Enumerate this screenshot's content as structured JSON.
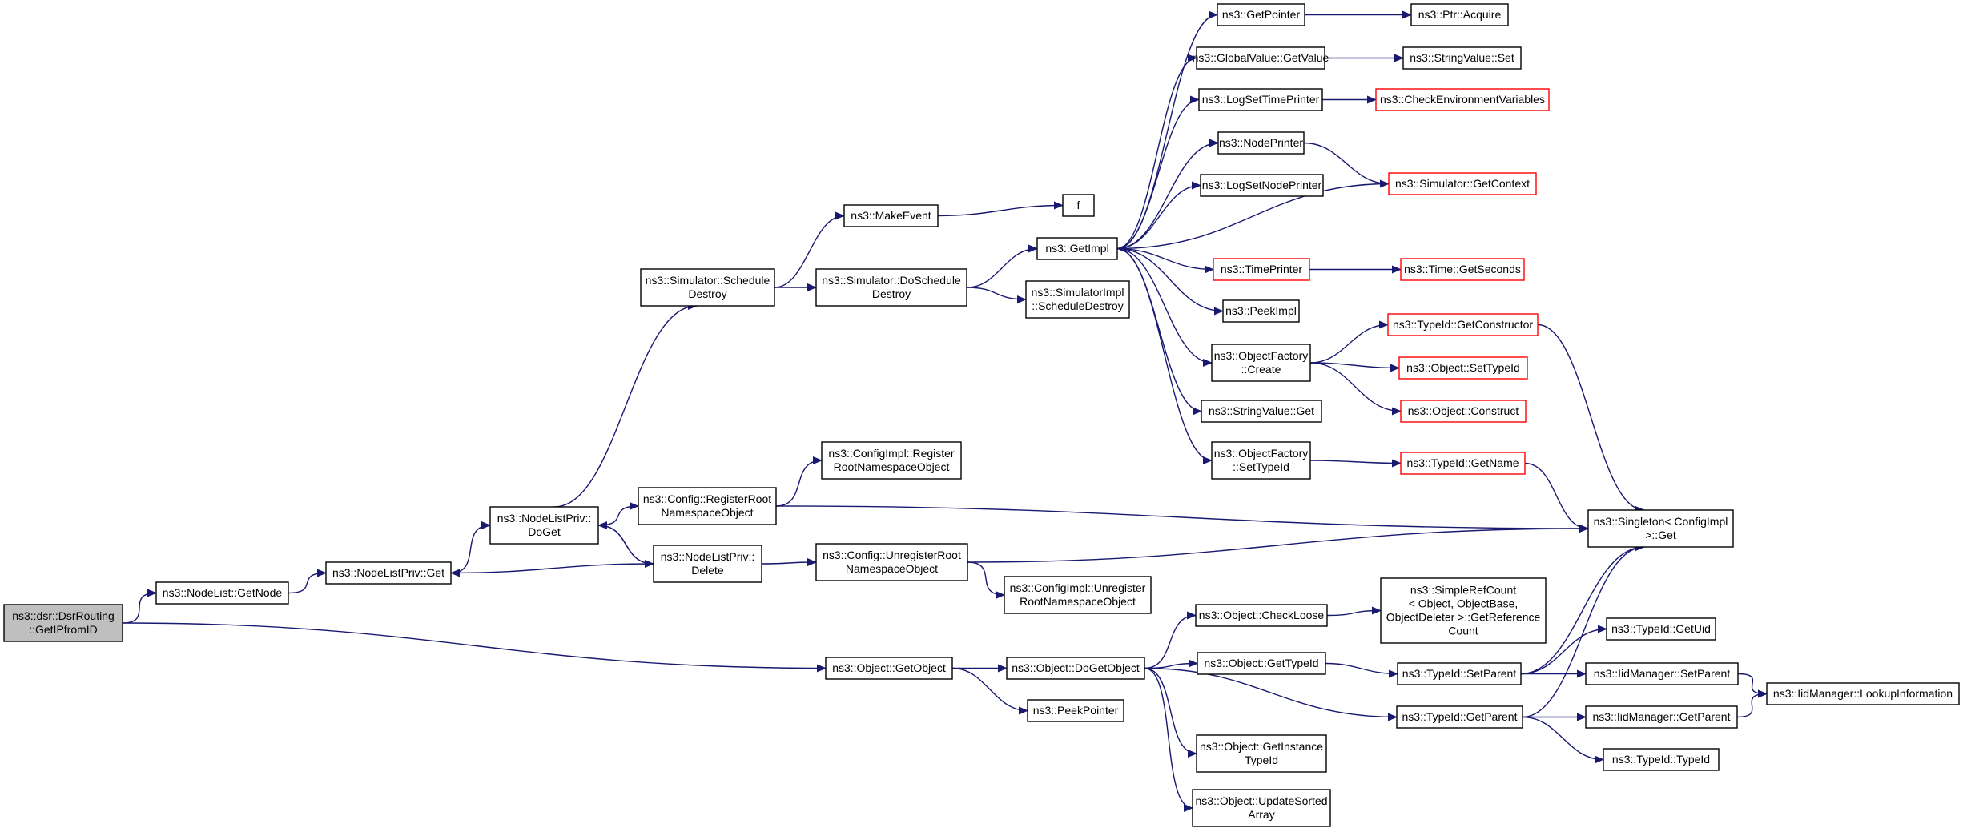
{
  "nodes": [
    {
      "id": "root",
      "lines": [
        "ns3::dsr::DsrRouting",
        "::GetIPfromID"
      ],
      "style": "root"
    },
    {
      "id": "nl_getnode",
      "lines": [
        "ns3::NodeList::GetNode"
      ],
      "style": "normal"
    },
    {
      "id": "nlp_get",
      "lines": [
        "ns3::NodeListPriv::Get"
      ],
      "style": "normal"
    },
    {
      "id": "nlp_doget",
      "lines": [
        "ns3::NodeListPriv::",
        "DoGet"
      ],
      "style": "normal"
    },
    {
      "id": "nlp_delete",
      "lines": [
        "ns3::NodeListPriv::",
        "Delete"
      ],
      "style": "normal"
    },
    {
      "id": "sim_schedule_destroy",
      "lines": [
        "ns3::Simulator::Schedule",
        "Destroy"
      ],
      "style": "normal"
    },
    {
      "id": "cfg_register",
      "lines": [
        "ns3::Config::RegisterRoot",
        "NamespaceObject"
      ],
      "style": "normal"
    },
    {
      "id": "cfg_unregister",
      "lines": [
        "ns3::Config::UnregisterRoot",
        "NamespaceObject"
      ],
      "style": "normal"
    },
    {
      "id": "makeevent",
      "lines": [
        "ns3::MakeEvent"
      ],
      "style": "normal"
    },
    {
      "id": "f",
      "lines": [
        "f"
      ],
      "style": "normal"
    },
    {
      "id": "sim_doschedule_destroy",
      "lines": [
        "ns3::Simulator::DoSchedule",
        "Destroy"
      ],
      "style": "normal"
    },
    {
      "id": "cfgimpl_register",
      "lines": [
        "ns3::ConfigImpl::Register",
        "RootNamespaceObject"
      ],
      "style": "normal"
    },
    {
      "id": "cfgimpl_unregister",
      "lines": [
        "ns3::ConfigImpl::Unregister",
        "RootNamespaceObject"
      ],
      "style": "normal"
    },
    {
      "id": "getimpl",
      "lines": [
        "ns3::GetImpl"
      ],
      "style": "normal"
    },
    {
      "id": "simimpl_scheduledestroy",
      "lines": [
        "ns3::SimulatorImpl",
        "::ScheduleDestroy"
      ],
      "style": "normal"
    },
    {
      "id": "getpointer",
      "lines": [
        "ns3::GetPointer"
      ],
      "style": "normal"
    },
    {
      "id": "ptr_acquire",
      "lines": [
        "ns3::Ptr::Acquire"
      ],
      "style": "normal"
    },
    {
      "id": "globalvalue_getvalue",
      "lines": [
        "ns3::GlobalValue::GetValue"
      ],
      "style": "normal"
    },
    {
      "id": "stringvalue_set",
      "lines": [
        "ns3::StringValue::Set"
      ],
      "style": "normal"
    },
    {
      "id": "logsettimeprinter",
      "lines": [
        "ns3::LogSetTimePrinter"
      ],
      "style": "normal"
    },
    {
      "id": "checkenv",
      "lines": [
        "ns3::CheckEnvironmentVariables"
      ],
      "style": "red"
    },
    {
      "id": "nodeprinter",
      "lines": [
        "ns3::NodePrinter"
      ],
      "style": "normal"
    },
    {
      "id": "sim_getcontext",
      "lines": [
        "ns3::Simulator::GetContext"
      ],
      "style": "red"
    },
    {
      "id": "logsetnodeprinter",
      "lines": [
        "ns3::LogSetNodePrinter"
      ],
      "style": "normal"
    },
    {
      "id": "timeprinter",
      "lines": [
        "ns3::TimePrinter"
      ],
      "style": "red"
    },
    {
      "id": "time_getseconds",
      "lines": [
        "ns3::Time::GetSeconds"
      ],
      "style": "red"
    },
    {
      "id": "peekimpl",
      "lines": [
        "ns3::PeekImpl"
      ],
      "style": "normal"
    },
    {
      "id": "objfactory_create",
      "lines": [
        "ns3::ObjectFactory",
        "::Create"
      ],
      "style": "normal"
    },
    {
      "id": "typeid_getconstructor",
      "lines": [
        "ns3::TypeId::GetConstructor"
      ],
      "style": "red"
    },
    {
      "id": "object_settypeid",
      "lines": [
        "ns3::Object::SetTypeId"
      ],
      "style": "red"
    },
    {
      "id": "object_construct",
      "lines": [
        "ns3::Object::Construct"
      ],
      "style": "red"
    },
    {
      "id": "stringvalue_get",
      "lines": [
        "ns3::StringValue::Get"
      ],
      "style": "normal"
    },
    {
      "id": "objfactory_settypeid",
      "lines": [
        "ns3::ObjectFactory",
        "::SetTypeId"
      ],
      "style": "normal"
    },
    {
      "id": "typeid_getname",
      "lines": [
        "ns3::TypeId::GetName"
      ],
      "style": "red"
    },
    {
      "id": "singleton_get",
      "lines": [
        "ns3::Singleton< ConfigImpl",
        " >::Get"
      ],
      "style": "normal"
    },
    {
      "id": "object_getobject",
      "lines": [
        "ns3::Object::GetObject"
      ],
      "style": "normal"
    },
    {
      "id": "object_dogetobject",
      "lines": [
        "ns3::Object::DoGetObject"
      ],
      "style": "normal"
    },
    {
      "id": "peekpointer",
      "lines": [
        "ns3::PeekPointer"
      ],
      "style": "normal"
    },
    {
      "id": "object_checkloose",
      "lines": [
        "ns3::Object::CheckLoose"
      ],
      "style": "normal"
    },
    {
      "id": "simplerefcount",
      "lines": [
        "ns3::SimpleRefCount",
        "< Object, ObjectBase,",
        " ObjectDeleter >::GetReference",
        "Count"
      ],
      "style": "normal"
    },
    {
      "id": "object_gettypeid",
      "lines": [
        "ns3::Object::GetTypeId"
      ],
      "style": "normal"
    },
    {
      "id": "typeid_setparent",
      "lines": [
        "ns3::TypeId::SetParent"
      ],
      "style": "normal"
    },
    {
      "id": "typeid_getuid",
      "lines": [
        "ns3::TypeId::GetUid"
      ],
      "style": "normal"
    },
    {
      "id": "iidmanager_setparent",
      "lines": [
        "ns3::IidManager::SetParent"
      ],
      "style": "normal"
    },
    {
      "id": "iidmanager_lookupinfo",
      "lines": [
        "ns3::IidManager::LookupInformation"
      ],
      "style": "normal"
    },
    {
      "id": "typeid_getparent",
      "lines": [
        "ns3::TypeId::GetParent"
      ],
      "style": "normal"
    },
    {
      "id": "iidmanager_getparent",
      "lines": [
        "ns3::IidManager::GetParent"
      ],
      "style": "normal"
    },
    {
      "id": "typeid_typeid",
      "lines": [
        "ns3::TypeId::TypeId"
      ],
      "style": "normal"
    },
    {
      "id": "object_getinstancetypeid",
      "lines": [
        "ns3::Object::GetInstance",
        "TypeId"
      ],
      "style": "normal"
    },
    {
      "id": "object_updatesorted",
      "lines": [
        "ns3::Object::UpdateSorted",
        "Array"
      ],
      "style": "normal"
    }
  ],
  "edges": [
    {
      "from": "root",
      "to": "nl_getnode"
    },
    {
      "from": "root",
      "to": "object_getobject"
    },
    {
      "from": "nl_getnode",
      "to": "nlp_get"
    },
    {
      "from": "nlp_get",
      "to": "nlp_doget"
    },
    {
      "from": "nlp_doget",
      "to": "sim_schedule_destroy"
    },
    {
      "from": "nlp_doget",
      "to": "cfg_register"
    },
    {
      "from": "nlp_doget",
      "to": "nlp_delete"
    },
    {
      "from": "nlp_delete",
      "to": "nlp_get"
    },
    {
      "from": "nlp_delete",
      "to": "nlp_doget"
    },
    {
      "from": "nlp_delete",
      "to": "cfg_unregister"
    },
    {
      "from": "sim_schedule_destroy",
      "to": "makeevent"
    },
    {
      "from": "sim_schedule_destroy",
      "to": "sim_doschedule_destroy"
    },
    {
      "from": "makeevent",
      "to": "f"
    },
    {
      "from": "sim_doschedule_destroy",
      "to": "getimpl"
    },
    {
      "from": "sim_doschedule_destroy",
      "to": "simimpl_scheduledestroy"
    },
    {
      "from": "cfg_register",
      "to": "cfgimpl_register"
    },
    {
      "from": "cfg_register",
      "to": "singleton_get"
    },
    {
      "from": "cfg_unregister",
      "to": "singleton_get"
    },
    {
      "from": "cfg_unregister",
      "to": "cfgimpl_unregister"
    },
    {
      "from": "getimpl",
      "to": "getpointer"
    },
    {
      "from": "getimpl",
      "to": "globalvalue_getvalue"
    },
    {
      "from": "getimpl",
      "to": "logsettimeprinter"
    },
    {
      "from": "getimpl",
      "to": "nodeprinter"
    },
    {
      "from": "getimpl",
      "to": "logsetnodeprinter"
    },
    {
      "from": "getimpl",
      "to": "timeprinter"
    },
    {
      "from": "getimpl",
      "to": "peekimpl"
    },
    {
      "from": "getimpl",
      "to": "objfactory_create"
    },
    {
      "from": "getimpl",
      "to": "stringvalue_get"
    },
    {
      "from": "getimpl",
      "to": "objfactory_settypeid"
    },
    {
      "from": "sim_getcontext",
      "to": "getimpl"
    },
    {
      "from": "getpointer",
      "to": "ptr_acquire"
    },
    {
      "from": "globalvalue_getvalue",
      "to": "stringvalue_set"
    },
    {
      "from": "logsettimeprinter",
      "to": "checkenv"
    },
    {
      "from": "nodeprinter",
      "to": "sim_getcontext"
    },
    {
      "from": "timeprinter",
      "to": "time_getseconds"
    },
    {
      "from": "objfactory_create",
      "to": "typeid_getconstructor"
    },
    {
      "from": "objfactory_create",
      "to": "object_settypeid"
    },
    {
      "from": "objfactory_create",
      "to": "object_construct"
    },
    {
      "from": "typeid_getconstructor",
      "to": "singleton_get"
    },
    {
      "from": "objfactory_settypeid",
      "to": "typeid_getname"
    },
    {
      "from": "typeid_getname",
      "to": "singleton_get"
    },
    {
      "from": "object_getobject",
      "to": "object_dogetobject"
    },
    {
      "from": "object_getobject",
      "to": "peekpointer"
    },
    {
      "from": "object_dogetobject",
      "to": "object_checkloose"
    },
    {
      "from": "object_dogetobject",
      "to": "object_gettypeid"
    },
    {
      "from": "object_dogetobject",
      "to": "typeid_getparent"
    },
    {
      "from": "object_dogetobject",
      "to": "object_getinstancetypeid"
    },
    {
      "from": "object_dogetobject",
      "to": "object_updatesorted"
    },
    {
      "from": "object_checkloose",
      "to": "simplerefcount"
    },
    {
      "from": "object_gettypeid",
      "to": "typeid_setparent"
    },
    {
      "from": "typeid_setparent",
      "to": "singleton_get"
    },
    {
      "from": "typeid_setparent",
      "to": "typeid_getuid"
    },
    {
      "from": "typeid_setparent",
      "to": "iidmanager_setparent"
    },
    {
      "from": "iidmanager_setparent",
      "to": "iidmanager_lookupinfo"
    },
    {
      "from": "typeid_getparent",
      "to": "singleton_get"
    },
    {
      "from": "typeid_getparent",
      "to": "iidmanager_getparent"
    },
    {
      "from": "typeid_getparent",
      "to": "typeid_typeid"
    },
    {
      "from": "iidmanager_getparent",
      "to": "iidmanager_lookupinfo"
    }
  ],
  "colors": {
    "edge": "#191970",
    "node_border": "#000000",
    "node_red_border": "#ff0000",
    "root_fill": "#bfbfbf",
    "background": "#ffffff"
  }
}
